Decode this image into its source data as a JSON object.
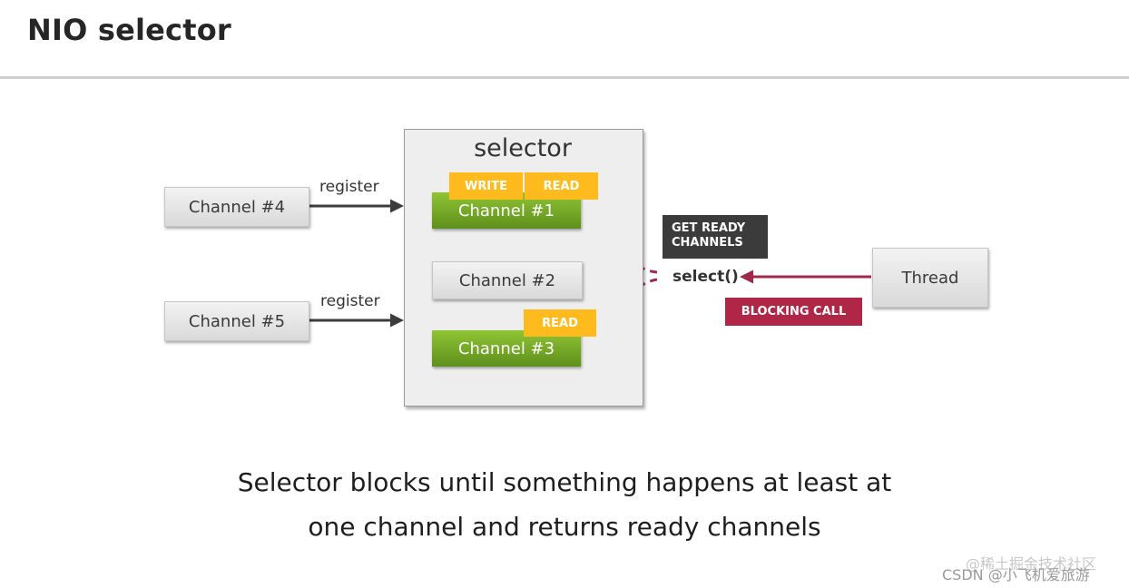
{
  "title": "NIO selector",
  "selector": {
    "title": "selector",
    "channels": [
      {
        "label": "Channel #1",
        "state": "ready",
        "tags": [
          "WRITE",
          "READ"
        ]
      },
      {
        "label": "Channel #2",
        "state": "idle",
        "tags": []
      },
      {
        "label": "Channel #3",
        "state": "ready",
        "tags": [
          "READ"
        ]
      }
    ]
  },
  "external_channels": [
    {
      "label": "Channel #4",
      "action": "register"
    },
    {
      "label": "Channel #5",
      "action": "register"
    }
  ],
  "select_call": "select()",
  "get_ready_label": [
    "GET READY",
    "CHANNELS"
  ],
  "blocking_label": "BLOCKING CALL",
  "thread_label": "Thread",
  "caption": [
    "Selector blocks until something happens at least at",
    "one channel and returns ready channels"
  ],
  "watermark": {
    "line1": "@稀土掘金技术社区",
    "line2": "CSDN @小飞机爱旅游"
  },
  "colors": {
    "green": "#79b12a",
    "tag_yellow": "#ffbb1e",
    "blocking_red": "#b02647",
    "label_dark": "#3b3b3b"
  }
}
